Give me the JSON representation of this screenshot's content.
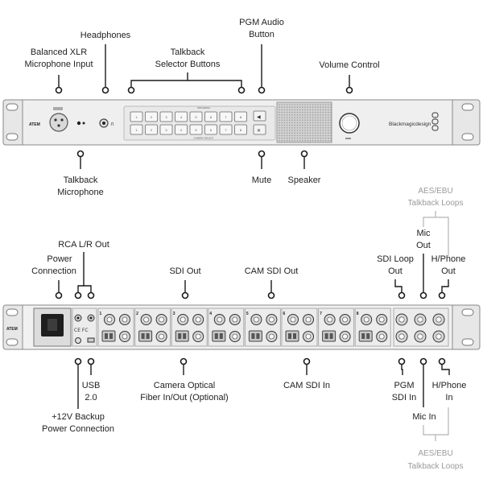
{
  "front_panel": {
    "logo_text": "ATEM",
    "buttons_top_label": "PROGRAM",
    "buttons_bottom_label": "CAMERA SELECT",
    "top_buttons": [
      "1",
      "2",
      "3",
      "4",
      "5",
      "6",
      "7",
      "8"
    ],
    "bottom_buttons": [
      "1",
      "2",
      "3",
      "4",
      "5",
      "6",
      "7",
      "8"
    ],
    "brand": "Blackmagicdesign",
    "callouts_above": {
      "balanced_xlr": [
        "Balanced XLR",
        "Microphone Input"
      ],
      "headphones": [
        "Headphones"
      ],
      "talkback_selector": [
        "Talkback",
        "Selector Buttons"
      ],
      "pgm_audio": [
        "PGM Audio",
        "Button"
      ],
      "volume": [
        "Volume Control"
      ]
    },
    "callouts_below": {
      "talkback_mic": [
        "Talkback",
        "Microphone"
      ],
      "mute": [
        "Mute"
      ],
      "speaker": [
        "Speaker"
      ]
    }
  },
  "rear_panel": {
    "logo_text": "ATEM",
    "channel_numbers": [
      "1",
      "2",
      "3",
      "4",
      "5",
      "6",
      "7",
      "8"
    ],
    "callouts_above": {
      "power": [
        "Power",
        "Connection"
      ],
      "rca": [
        "RCA L/R Out"
      ],
      "sdi_out": [
        "SDI Out"
      ],
      "cam_sdi_out": [
        "CAM SDI Out"
      ],
      "sdi_loop_out": [
        "SDI Loop",
        "Out"
      ],
      "mic_out": [
        "Mic",
        "Out"
      ],
      "hphone_out": [
        "H/Phone",
        "Out"
      ],
      "aes_top": [
        "AES/EBU",
        "Talkback Loops"
      ]
    },
    "callouts_below": {
      "usb": [
        "USB",
        "2.0"
      ],
      "backup_power": [
        "+12V Backup",
        "Power Connection"
      ],
      "camera_optical": [
        "Camera Optical",
        "Fiber In/Out (Optional)"
      ],
      "cam_sdi_in": [
        "CAM SDI In"
      ],
      "pgm_sdi_in": [
        "PGM",
        "SDI In"
      ],
      "mic_in": [
        "Mic In"
      ],
      "hphone_in": [
        "H/Phone",
        "In"
      ],
      "aes_bottom": [
        "AES/EBU",
        "Talkback Loops"
      ]
    }
  }
}
